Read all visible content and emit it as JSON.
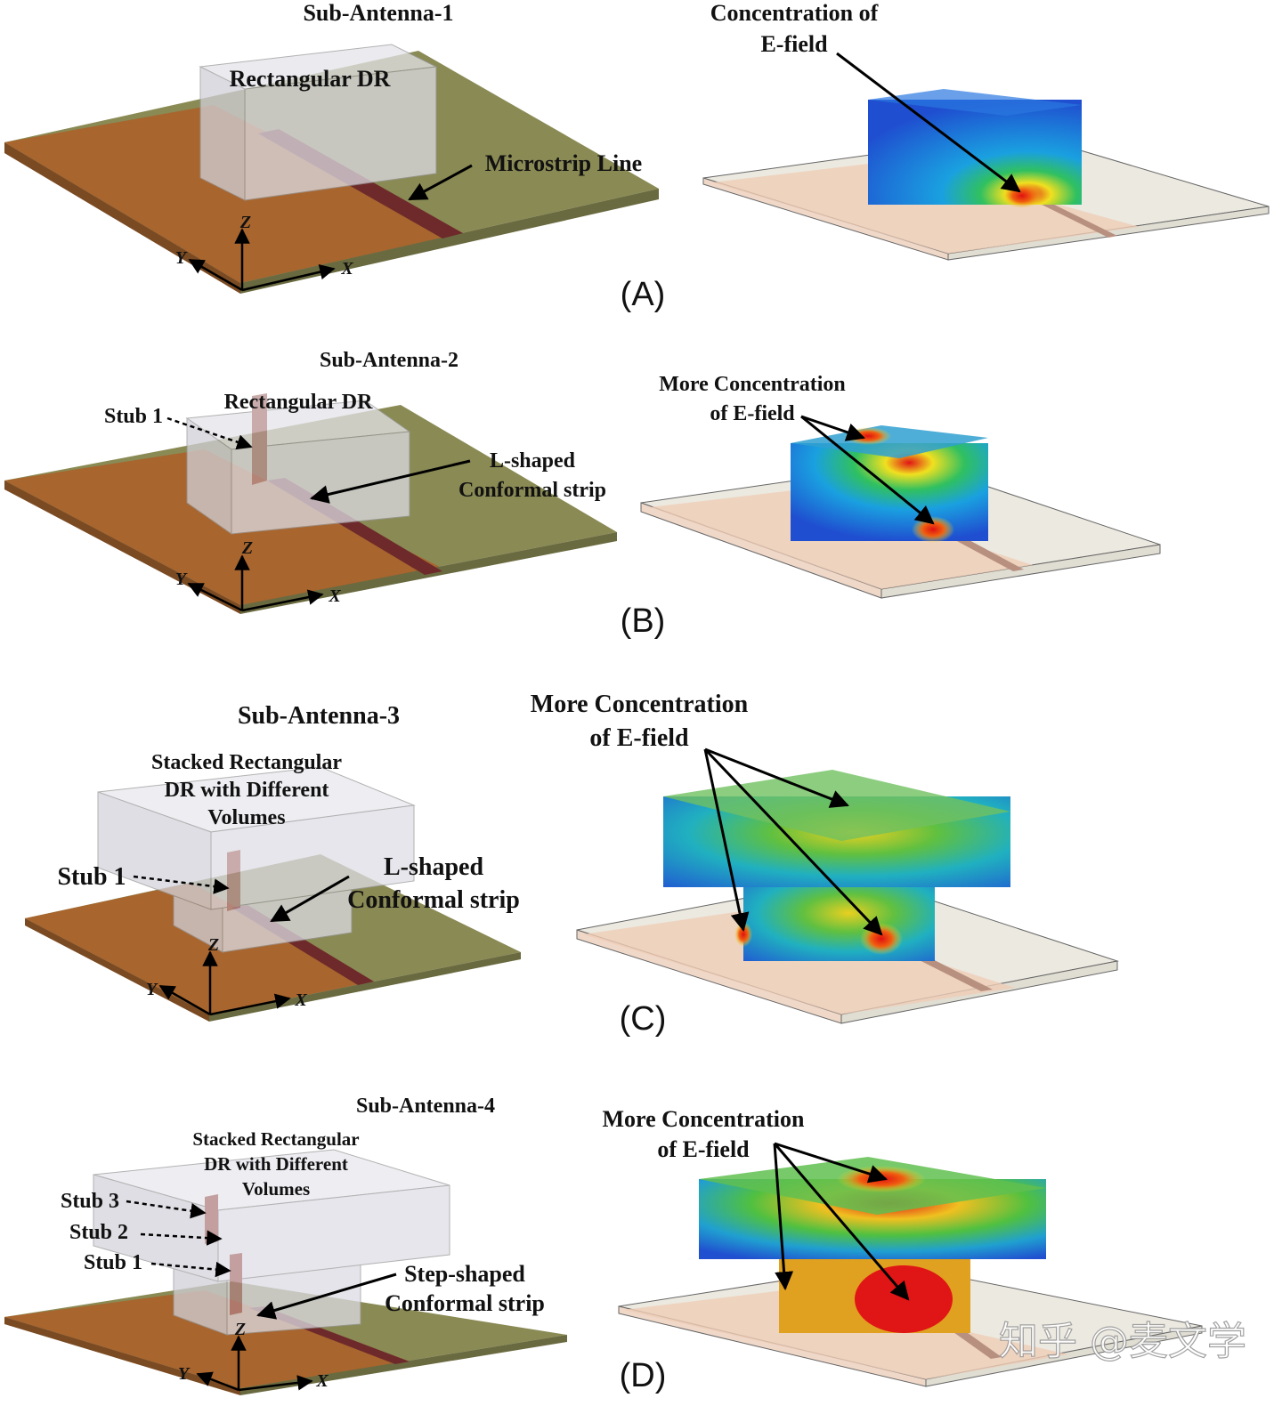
{
  "axes": {
    "z": "Z",
    "y": "Y",
    "x": "X"
  },
  "panels": [
    {
      "letter": "(A)",
      "title": "Sub-Antenna-1",
      "dr_label": "Rectangular DR",
      "feed_label": "Microstrip Line",
      "field_label_1": "Concentration of",
      "field_label_2": "E-field"
    },
    {
      "letter": "(B)",
      "title": "Sub-Antenna-2",
      "dr_label": "Rectangular DR",
      "stub1": "Stub 1",
      "feed_label_1": "L-shaped",
      "feed_label_2": "Conformal strip",
      "field_label_1": "More Concentration",
      "field_label_2": "of E-field"
    },
    {
      "letter": "(C)",
      "title": "Sub-Antenna-3",
      "dr_label_1": "Stacked Rectangular",
      "dr_label_2": "DR with Different",
      "dr_label_3": "Volumes",
      "stub1": "Stub 1",
      "feed_label_1": "L-shaped",
      "feed_label_2": "Conformal strip",
      "field_label_1": "More Concentration",
      "field_label_2": "of E-field"
    },
    {
      "letter": "(D)",
      "title": "Sub-Antenna-4",
      "dr_label_1": "Stacked Rectangular",
      "dr_label_2": "DR with Different",
      "dr_label_3": "Volumes",
      "stub3": "Stub 3",
      "stub2": "Stub 2",
      "stub1": "Stub 1",
      "feed_label_1": "Step-shaped",
      "feed_label_2": "Conformal strip",
      "field_label_1": "More Concentration",
      "field_label_2": "of E-field"
    }
  ],
  "watermark": "知乎 @麦文学",
  "colors": {
    "substrate_front": "#a8652e",
    "substrate_back": "#8a8a55",
    "strip": "#6e2a2a",
    "field_low": "#1f5fd8",
    "field_high": "#e01515"
  }
}
